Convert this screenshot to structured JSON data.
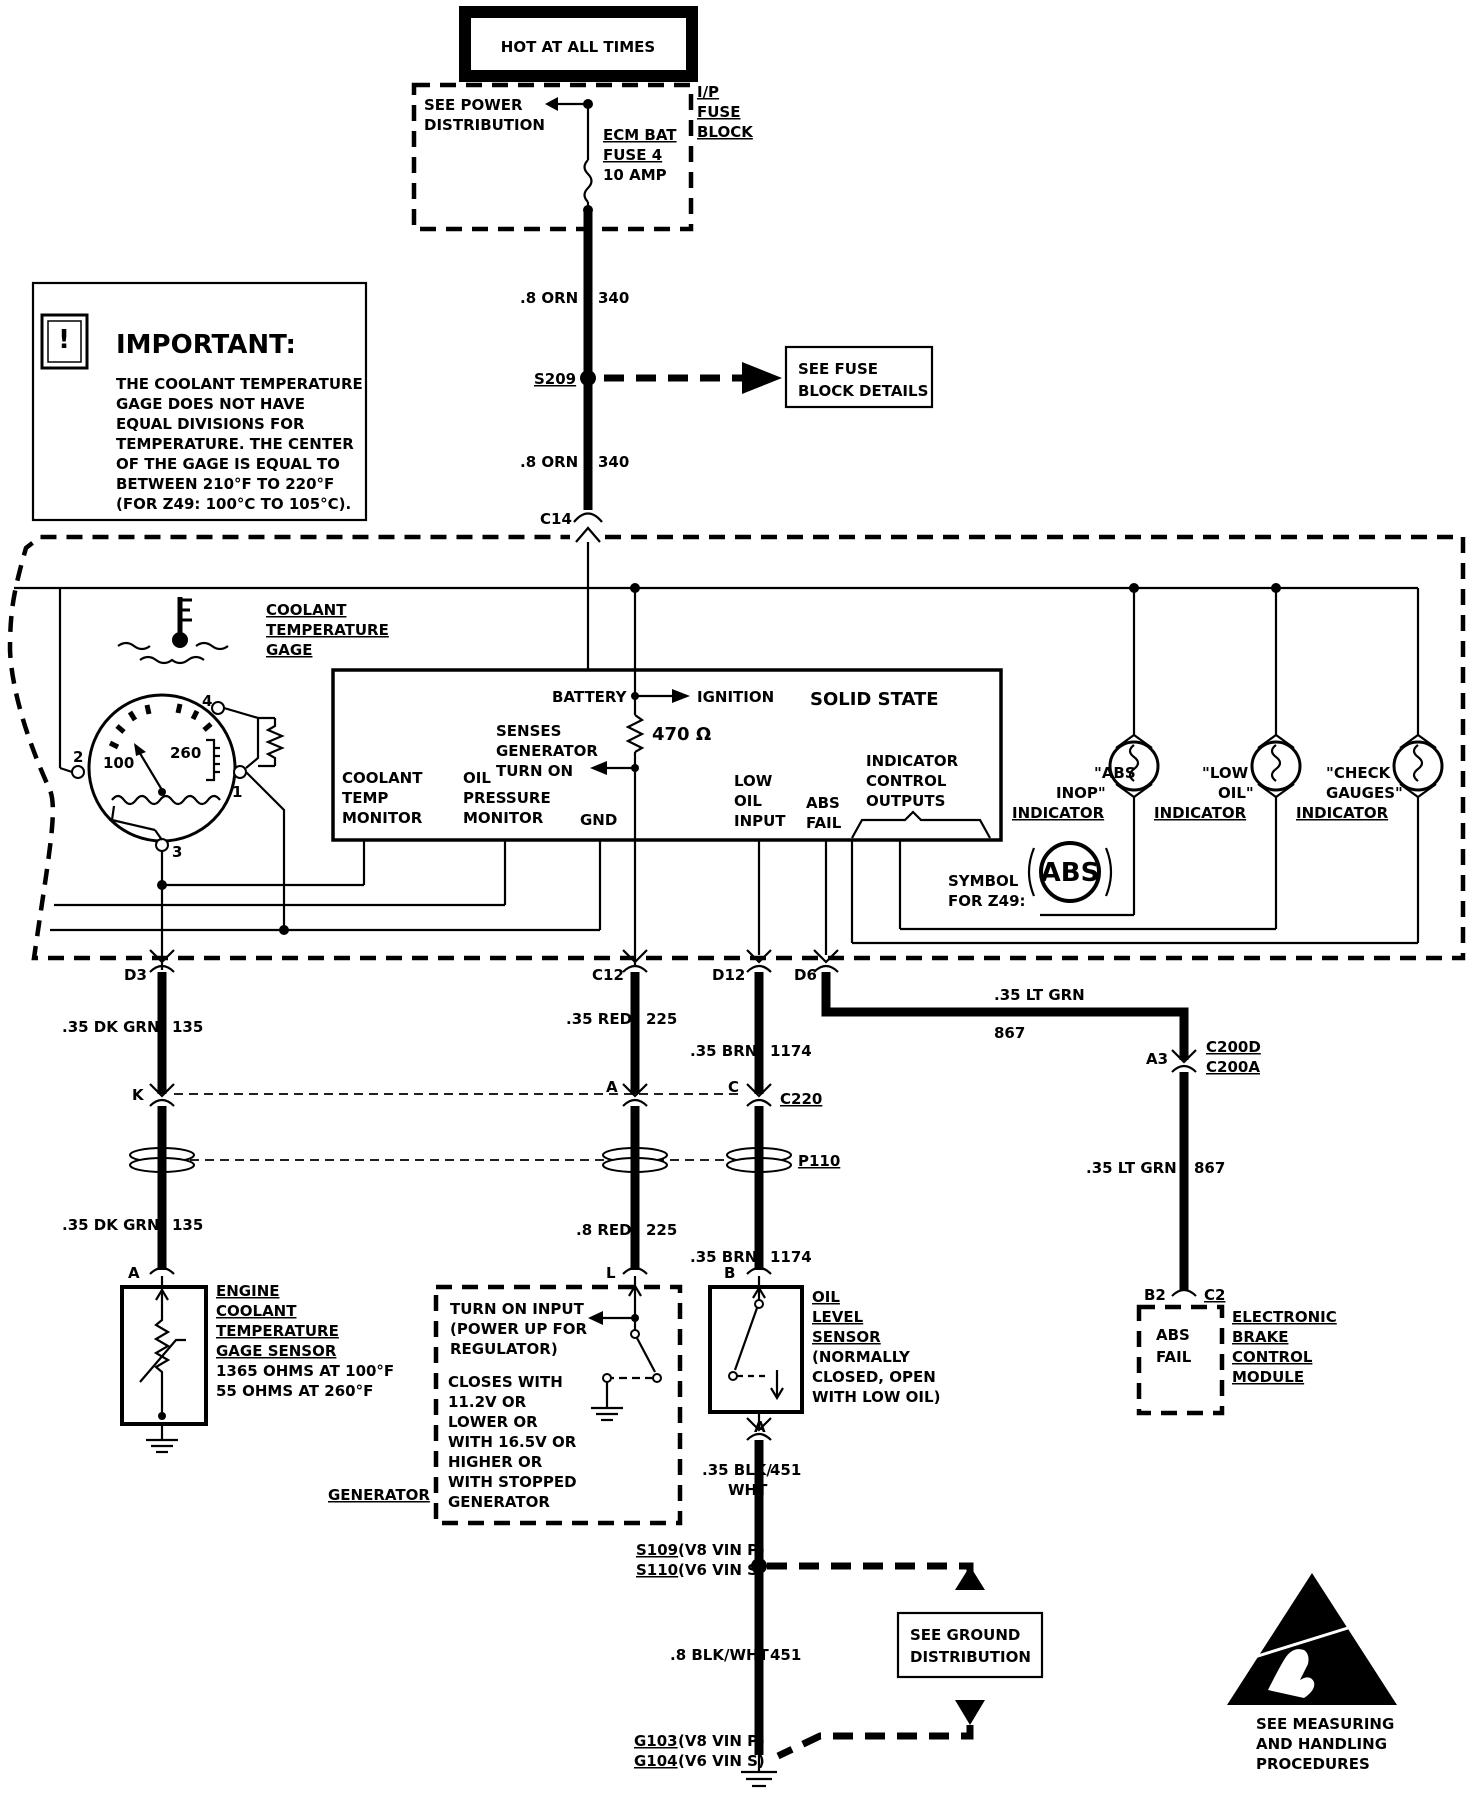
{
  "header": {
    "hot_label": "HOT AT ALL TIMES"
  },
  "fuse_block": {
    "see_power_1": "SEE POWER",
    "see_power_2": "DISTRIBUTION",
    "label_1": "I/P",
    "label_2": "FUSE",
    "label_3": "BLOCK",
    "fuse_1": "ECM BAT",
    "fuse_2": "FUSE 4",
    "fuse_3": "10 AMP"
  },
  "important": {
    "title": "IMPORTANT:",
    "lines": [
      "THE COOLANT TEMPERATURE",
      "GAGE DOES NOT HAVE",
      "EQUAL DIVISIONS FOR",
      "TEMPERATURE.  THE CENTER",
      "OF THE GAGE IS EQUAL TO",
      "BETWEEN 210°F TO 220°F",
      "(FOR Z49:  100°C TO 105°C)."
    ]
  },
  "top_wires": {
    "w1_color": ".8 ORN",
    "w1_num": "340",
    "splice": "S209",
    "see_fuse_1": "SEE FUSE",
    "see_fuse_2": "BLOCK DETAILS",
    "w2_color": ".8 ORN",
    "w2_num": "340",
    "connector": "C14"
  },
  "cluster": {
    "gage_title": [
      "COOLANT",
      "TEMPERATURE",
      "GAGE"
    ],
    "gage_100": "100",
    "gage_260": "260",
    "pin2": "2",
    "pin4": "4",
    "pin1": "1",
    "pin3": "3",
    "solid_state": "SOLID STATE",
    "battery": "BATTERY",
    "ignition": "IGNITION",
    "senses": [
      "SENSES",
      "GENERATOR",
      "TURN ON"
    ],
    "ohm": "470 Ω",
    "coolant_monitor": [
      "COOLANT",
      "TEMP",
      "MONITOR"
    ],
    "oil_monitor": [
      "OIL",
      "PRESSURE",
      "MONITOR"
    ],
    "gnd": "GND",
    "low_oil_input": [
      "LOW",
      "OIL",
      "INPUT"
    ],
    "abs_fail": [
      "ABS",
      "FAIL"
    ],
    "indicator_outputs": [
      "INDICATOR",
      "CONTROL",
      "OUTPUTS"
    ],
    "abs_inop": [
      "\"ABS",
      "INOP\"",
      "INDICATOR"
    ],
    "low_oil_ind": [
      "\"LOW",
      "OIL\"",
      "INDICATOR"
    ],
    "check_gauges": [
      "\"CHECK",
      "GAUGES\"",
      "INDICATOR"
    ],
    "symbol_z49": [
      "SYMBOL",
      "FOR Z49:"
    ],
    "abs_symbol": "ABS"
  },
  "bottom": {
    "d3": "D3",
    "c12": "C12",
    "d12": "D12",
    "d6": "D6",
    "dk_grn_1": ".35 DK GRN",
    "n135_1": "135",
    "red_1": ".35 RED",
    "n225_1": "225",
    "brn_1": ".35 BRN",
    "n1174_1": "1174",
    "lt_grn_1": ".35 LT GRN",
    "n867_1": "867",
    "k": "K",
    "a_c220": "A",
    "c_c220": "C",
    "c220": "C220",
    "a3": "A3",
    "c200d": "C200D",
    "c200a": "C200A",
    "p110": "P110",
    "lt_grn_2": ".35 LT GRN",
    "n867_2": "867",
    "dk_grn_2": ".35 DK GRN",
    "n135_2": "135",
    "red_2": ".8 RED",
    "n225_2": "225",
    "brn_2": ".35 BRN",
    "n1174_2": "1174",
    "a_sensor": "A",
    "l_gen": "L",
    "b_oil": "B",
    "a_oil": "A",
    "b2": "B2",
    "c2": "C2",
    "engine_sensor": [
      "ENGINE",
      "COOLANT",
      "TEMPERATURE",
      "GAGE SENSOR"
    ],
    "ohms": [
      "1365 OHMS AT 100°F",
      "55 OHMS AT 260°F"
    ],
    "turn_on": [
      "TURN ON INPUT",
      "(POWER UP FOR",
      "REGULATOR)"
    ],
    "closes": [
      "CLOSES WITH",
      "11.2V OR",
      "LOWER OR",
      "WITH 16.5V OR",
      "HIGHER OR",
      "WITH STOPPED",
      "GENERATOR"
    ],
    "generator": "GENERATOR",
    "oil_level": [
      "OIL",
      "LEVEL",
      "SENSOR"
    ],
    "oil_level_note": [
      "(NORMALLY",
      "CLOSED, OPEN",
      "WITH LOW OIL)"
    ],
    "abs_fail_box": [
      "ABS",
      "FAIL"
    ],
    "ebcm": [
      "ELECTRONIC",
      "BRAKE",
      "CONTROL",
      "MODULE"
    ],
    "blk_wht_1a": ".35 BLK/",
    "blk_wht_1b": "WHT",
    "n451_1": "451",
    "s109": "S109",
    "s109_note": "(V8  VIN P)",
    "s110": "S110",
    "s110_note": "(V6  VIN S)",
    "see_ground": [
      "SEE GROUND",
      "DISTRIBUTION"
    ],
    "blk_wht_2": ".8 BLK/WHT",
    "n451_2": "451",
    "g103": "G103",
    "g103_note": "(V8  VIN P)",
    "g104": "G104",
    "g104_note": "(V6  VIN S)",
    "esd": [
      "SEE MEASURING",
      "AND HANDLING",
      "PROCEDURES"
    ]
  }
}
